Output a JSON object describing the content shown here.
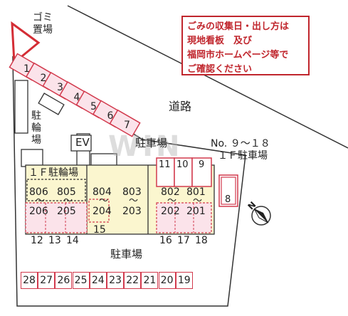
{
  "garbage_label": [
    "ゴミ",
    "置場"
  ],
  "notice": [
    "ごみの収集日・出し方は",
    "現地看板　及び",
    "福岡市ホームページ等で",
    "ご確認ください"
  ],
  "road_label": "道路",
  "bicycle_parking_label": [
    "駐",
    "輪",
    "場"
  ],
  "ev_label": "EV",
  "parking_center_label": "駐車場",
  "parking_1f_label": [
    "No. ９～１８",
    "１Ｆ駐車場"
  ],
  "bicycle_1f_label": "１Ｆ駐輪場",
  "parking_bottom_label": "駐車場",
  "diagonal_stalls": [
    "1",
    "2",
    "3",
    "4",
    "5",
    "6",
    "7"
  ],
  "inner_stalls": [
    "11",
    "10",
    "9",
    "8"
  ],
  "units_upper": [
    "806",
    "805",
    "804",
    "803",
    "802",
    "801"
  ],
  "units_lower": [
    "206",
    "205",
    "204",
    "203",
    "202",
    "201"
  ],
  "wave": "～",
  "lower_row_numbers": [
    "12",
    "13",
    "14",
    "15",
    "16",
    "17",
    "18"
  ],
  "bottom_stalls": [
    "28",
    "27",
    "26",
    "25",
    "24",
    "23",
    "22",
    "21",
    "20",
    "19"
  ],
  "watermark": "WIN",
  "compass_label": "N",
  "colors": {
    "stall": "#d23a4d",
    "stall_fill": "#fbe3ea",
    "building": "#fbf6cf",
    "notice": "#c0262d"
  }
}
